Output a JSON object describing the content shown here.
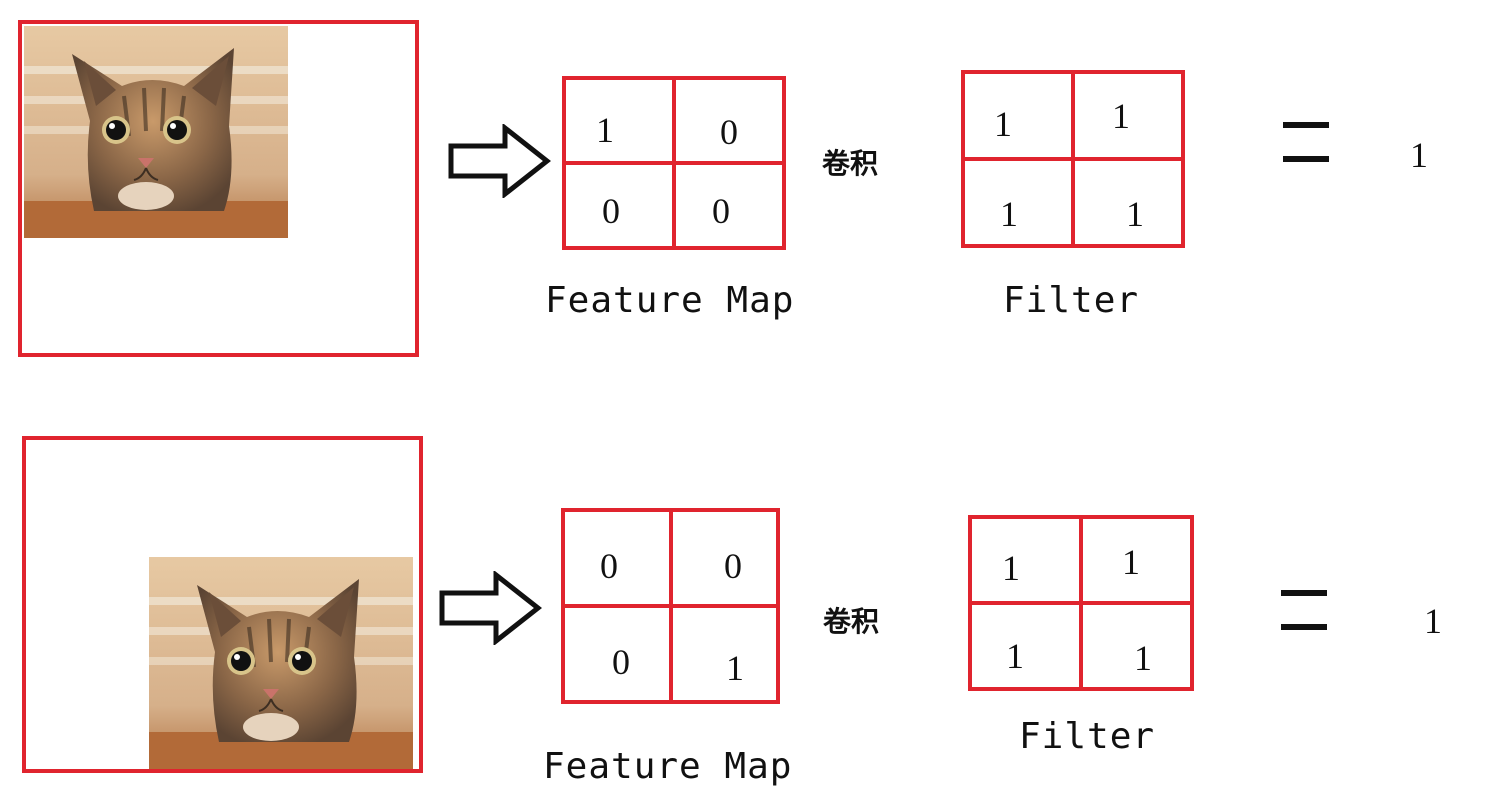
{
  "rows": [
    {
      "feature_map": {
        "cells": [
          "1",
          "0",
          "0",
          "0"
        ],
        "label": "Feature Map"
      },
      "operator": "卷积",
      "filter": {
        "cells": [
          "1",
          "1",
          "1",
          "1"
        ],
        "label": "Filter"
      },
      "result": "1"
    },
    {
      "feature_map": {
        "cells": [
          "0",
          "0",
          "0",
          "1"
        ],
        "label": "Feature Map"
      },
      "operator": "卷积",
      "filter": {
        "cells": [
          "1",
          "1",
          "1",
          "1"
        ],
        "label": "Filter"
      },
      "result": "1"
    }
  ],
  "colors": {
    "grid": "#e0242e",
    "text": "#111111"
  }
}
